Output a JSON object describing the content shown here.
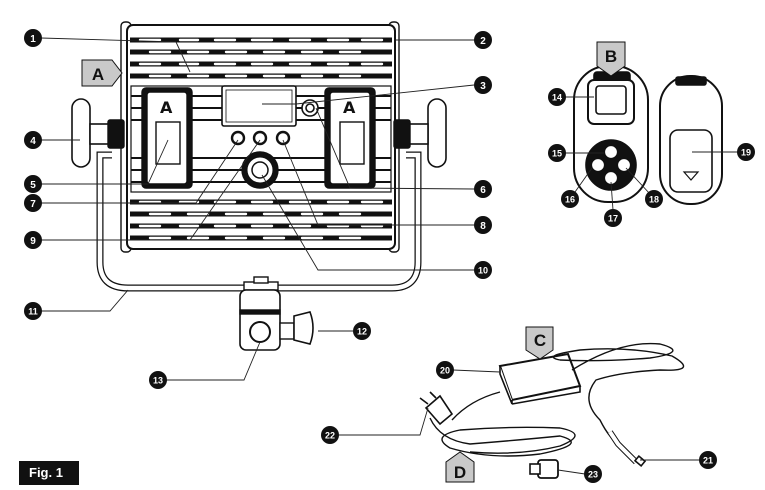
{
  "figure_label": "Fig. 1",
  "section_tags": [
    {
      "id": "A",
      "label": "A"
    },
    {
      "id": "B",
      "label": "B"
    },
    {
      "id": "C",
      "label": "C"
    },
    {
      "id": "D",
      "label": "D"
    }
  ],
  "callouts": [
    {
      "id": "1",
      "label": "1"
    },
    {
      "id": "2",
      "label": "2"
    },
    {
      "id": "3",
      "label": "3"
    },
    {
      "id": "4",
      "label": "4"
    },
    {
      "id": "5",
      "label": "5"
    },
    {
      "id": "6",
      "label": "6"
    },
    {
      "id": "7",
      "label": "7"
    },
    {
      "id": "8",
      "label": "8"
    },
    {
      "id": "9",
      "label": "9"
    },
    {
      "id": "10",
      "label": "10"
    },
    {
      "id": "11",
      "label": "11"
    },
    {
      "id": "12",
      "label": "12"
    },
    {
      "id": "13",
      "label": "13"
    },
    {
      "id": "14",
      "label": "14"
    },
    {
      "id": "15",
      "label": "15"
    },
    {
      "id": "16",
      "label": "16"
    },
    {
      "id": "17",
      "label": "17"
    },
    {
      "id": "18",
      "label": "18"
    },
    {
      "id": "19",
      "label": "19"
    },
    {
      "id": "20",
      "label": "20"
    },
    {
      "id": "21",
      "label": "21"
    },
    {
      "id": "22",
      "label": "22"
    },
    {
      "id": "23",
      "label": "23"
    }
  ]
}
